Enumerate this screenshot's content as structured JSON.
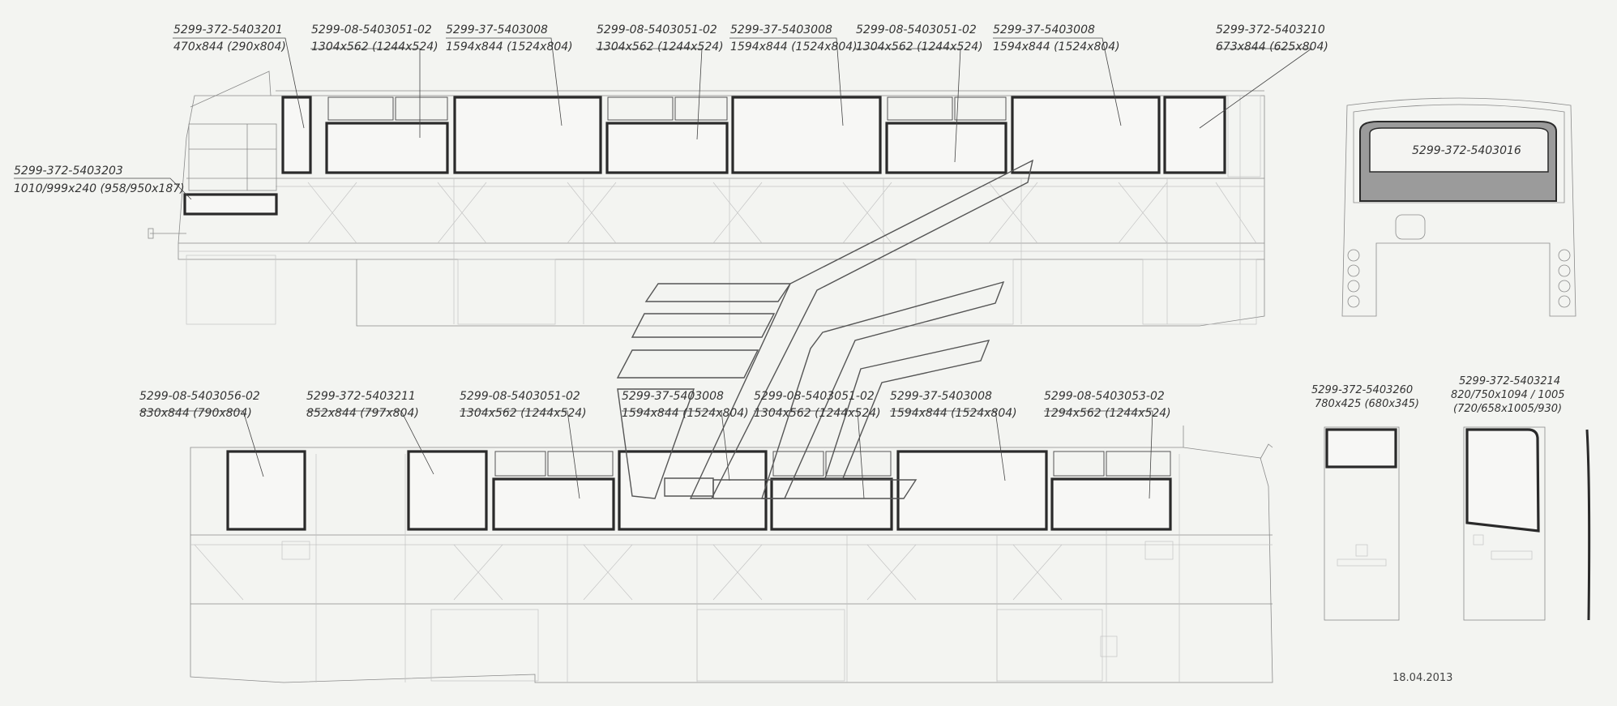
{
  "drawing": {
    "date": "18.04.2013",
    "colors": {
      "background": "#f3f4f1",
      "glass_frame": "#2a2a2a",
      "line": "#8a8a8a"
    },
    "left_side_labels": [
      {
        "part": "5299-372-5403201",
        "dims": "470x844 (290x804)"
      },
      {
        "part": "5299-08-5403051-02",
        "dims": "1304x562 (1244x524)"
      },
      {
        "part": "5299-37-5403008",
        "dims": "1594x844 (1524x804)"
      },
      {
        "part": "5299-08-5403051-02",
        "dims": "1304x562 (1244x524)"
      },
      {
        "part": "5299-37-5403008",
        "dims": "1594x844 (1524x804)"
      },
      {
        "part": "5299-08-5403051-02",
        "dims": "1304x562 (1244x524)"
      },
      {
        "part": "5299-37-5403008",
        "dims": "1594x844 (1524x804)"
      },
      {
        "part": "5299-372-5403210",
        "dims": "673x844 (625x804)"
      },
      {
        "part": "5299-372-5403203",
        "dims": "1010/999x240 (958/950x187)"
      }
    ],
    "rear_label": {
      "part": "5299-372-5403016"
    },
    "right_side_labels": [
      {
        "part": "5299-08-5403056-02",
        "dims": "830x844 (790x804)"
      },
      {
        "part": "5299-372-5403211",
        "dims": "852x844 (797x804)"
      },
      {
        "part": "5299-08-5403051-02",
        "dims": "1304x562 (1244x524)"
      },
      {
        "part": "5299-37-5403008",
        "dims": "1594x844 (1524x804)"
      },
      {
        "part": "5299-08-5403051-02",
        "dims": "1304x562 (1244x524)"
      },
      {
        "part": "5299-37-5403008",
        "dims": "1594x844 (1524x804)"
      },
      {
        "part": "5299-08-5403053-02",
        "dims": "1294x562 (1244x524)"
      }
    ],
    "door_labels": [
      {
        "part": "5299-372-5403260",
        "dims": "780x425 (680x345)"
      },
      {
        "part": "5299-372-5403214",
        "dims": "820/750x1094 / 1005",
        "dims2": "(720/658x1005/930)"
      }
    ]
  }
}
